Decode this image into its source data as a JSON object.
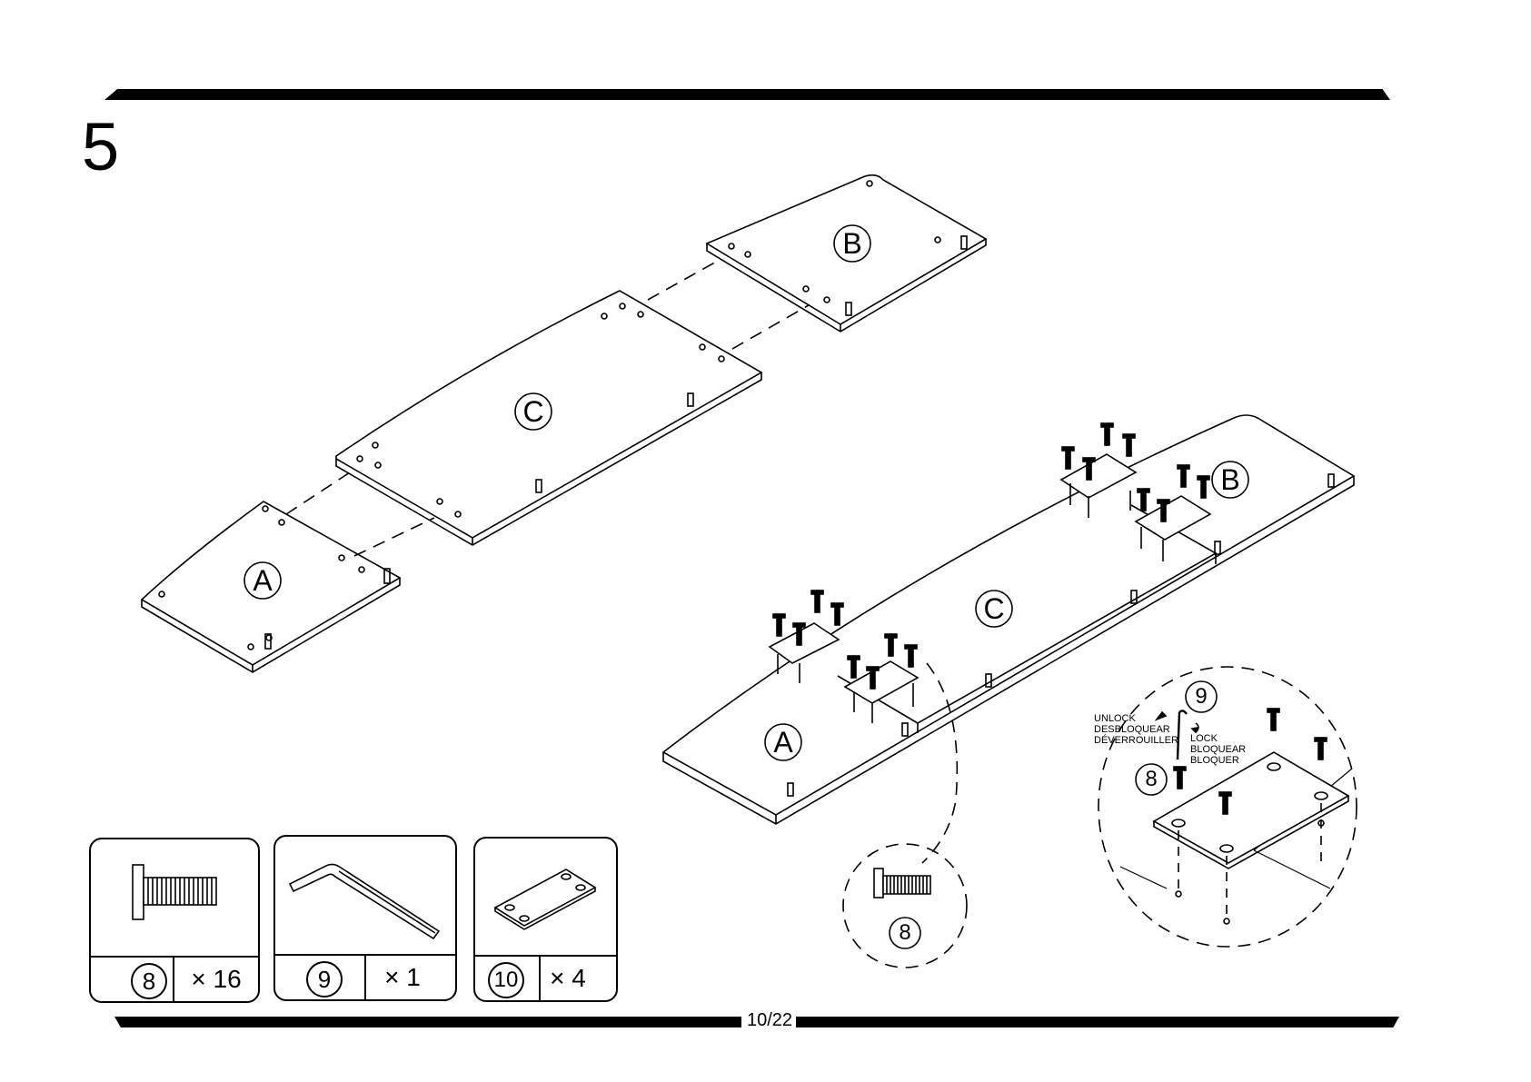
{
  "step_number": "5",
  "page_number": "10/22",
  "panel_labels": {
    "a": "A",
    "b": "B",
    "c": "C"
  },
  "parts": [
    {
      "number": "8",
      "quantity": "× 16",
      "icon": "screw-icon"
    },
    {
      "number": "9",
      "quantity": "× 1",
      "icon": "allen-key-icon"
    },
    {
      "number": "10",
      "quantity": "× 4",
      "icon": "connector-plate-icon"
    }
  ],
  "detail": {
    "screw_callout": "8",
    "key_callout": "9",
    "unlock_label": [
      "UNLOCK",
      "DESBLOQUEAR",
      "DÉVERROUILLER"
    ],
    "lock_label": [
      "LOCK",
      "BLOQUEAR",
      "BLOQUER"
    ]
  }
}
